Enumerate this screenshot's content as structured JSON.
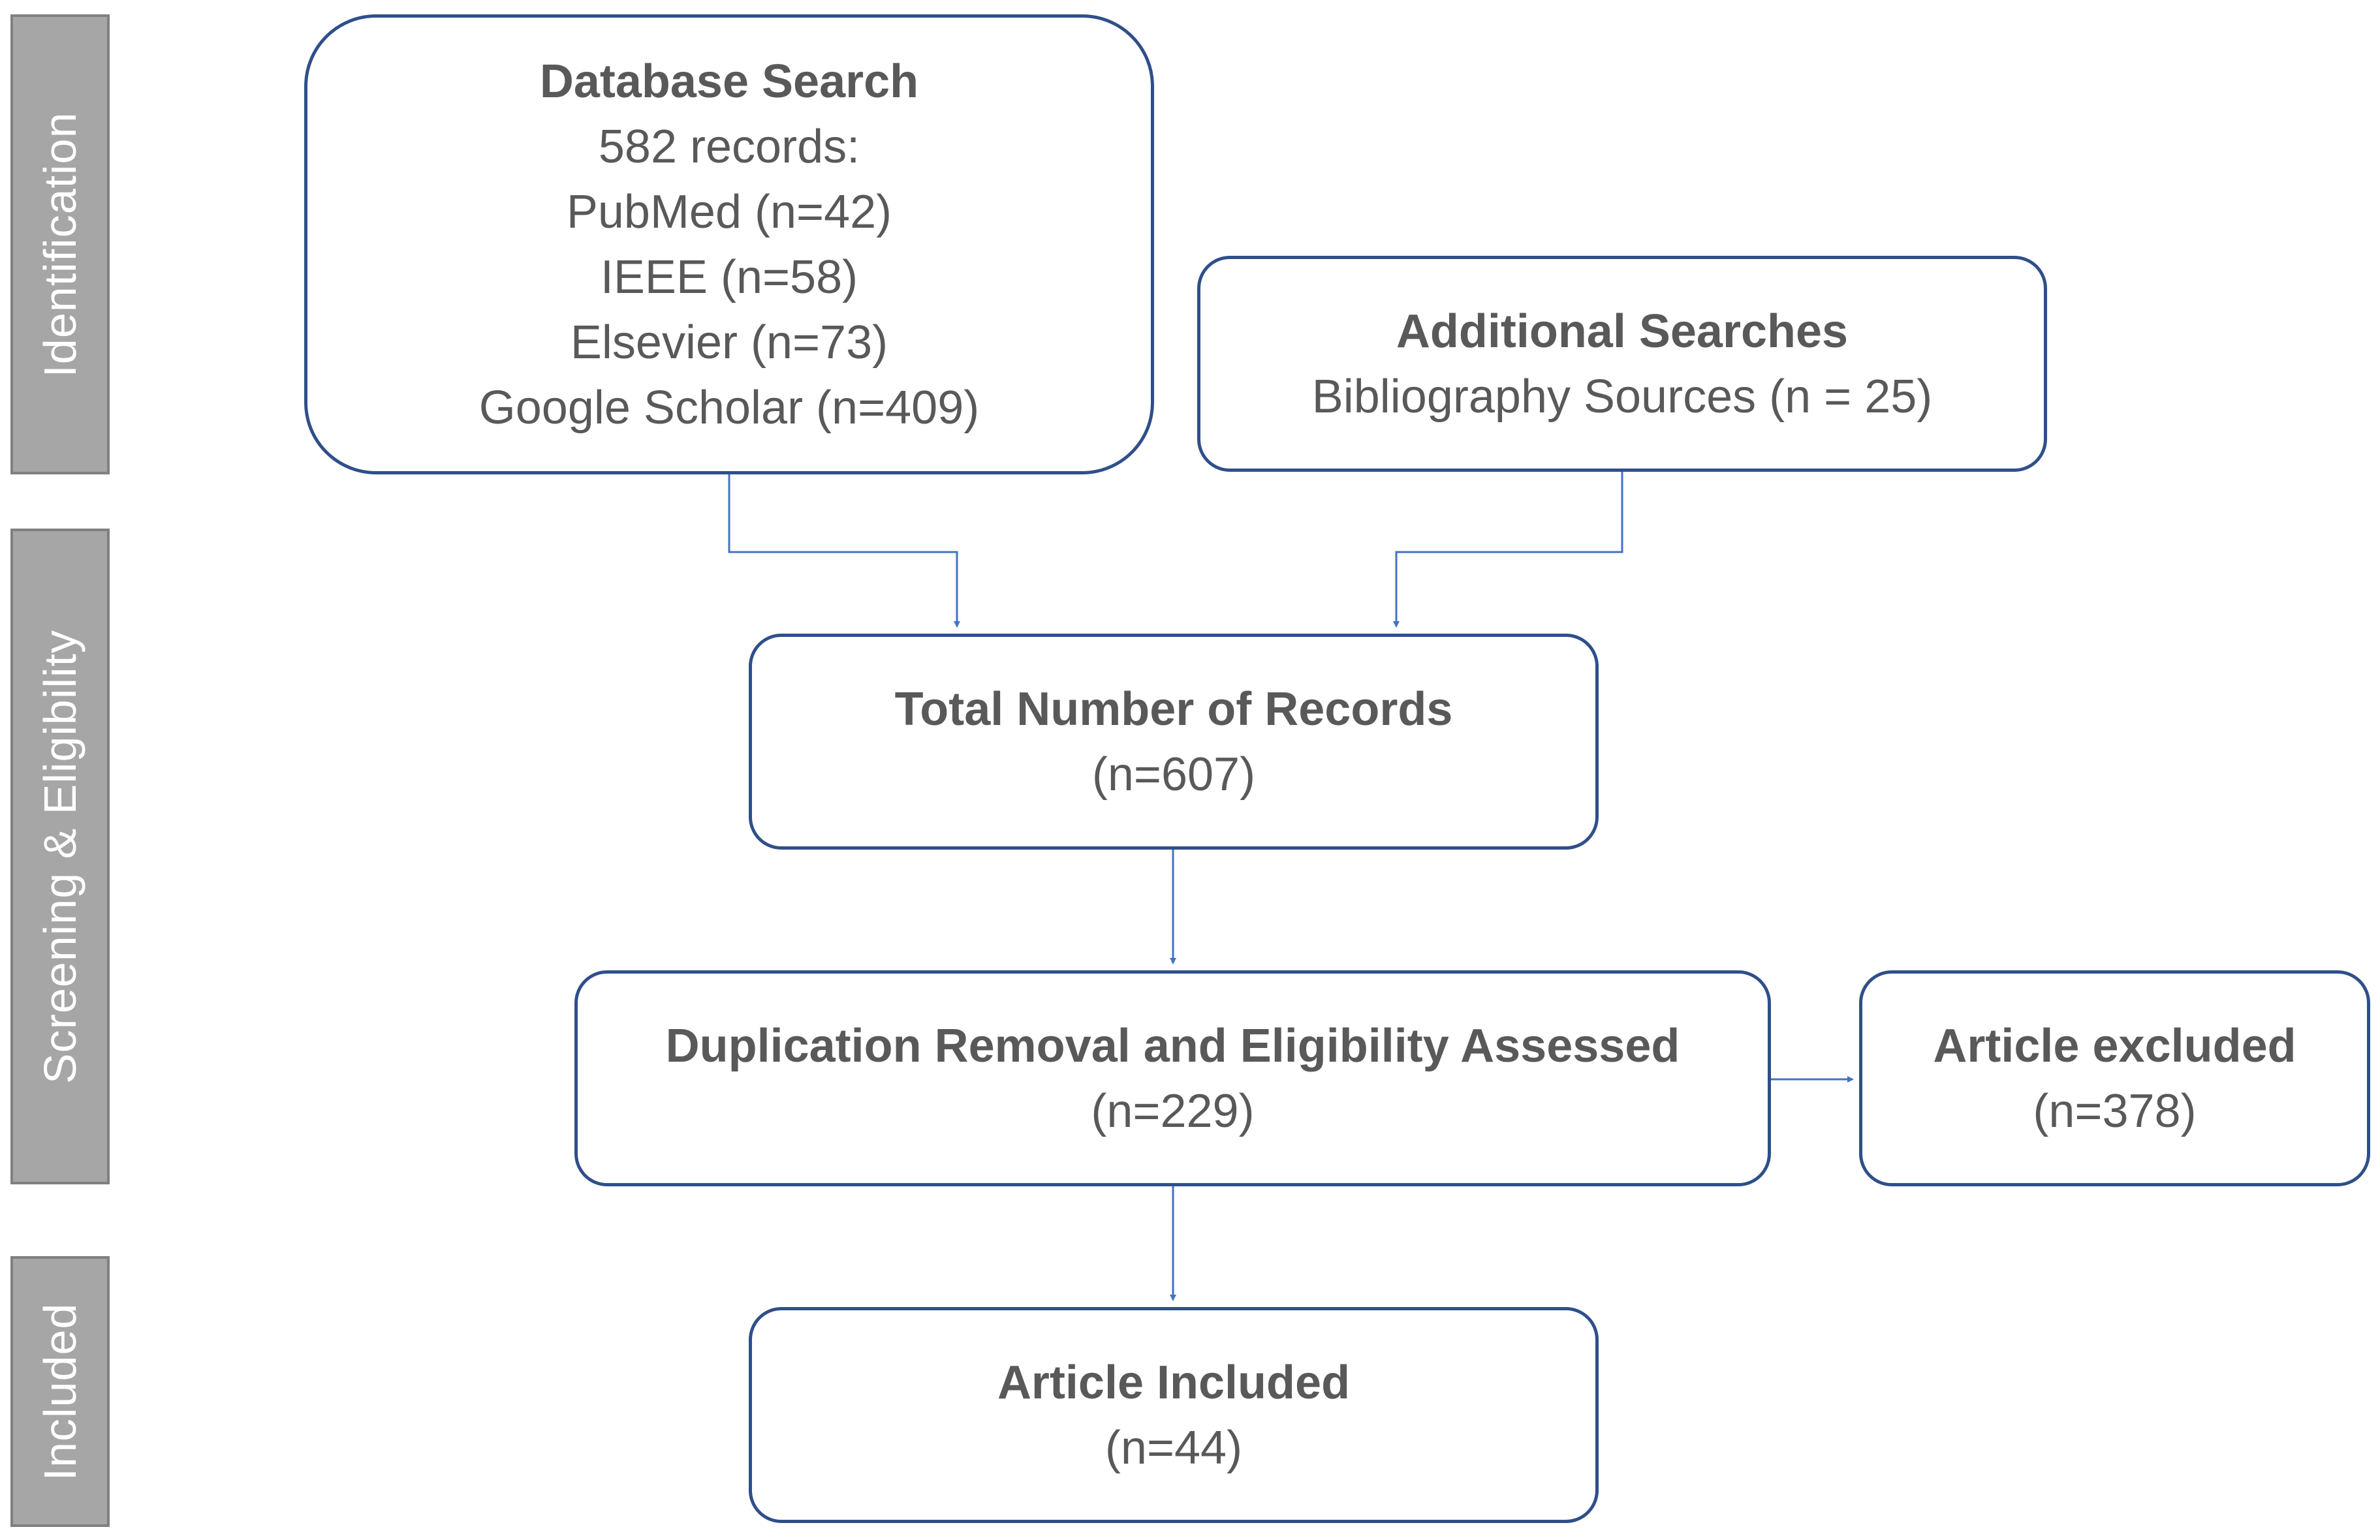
{
  "phases": {
    "identification": "Identification",
    "screening": "Screening  & Eligibility",
    "included": "Included"
  },
  "boxes": {
    "database_search": {
      "title": "Database Search",
      "lines": [
        "582 records:",
        "PubMed (n=42)",
        "IEEE (n=58)",
        "Elsevier (n=73)",
        "Google Scholar (n=409)"
      ]
    },
    "additional_searches": {
      "title": "Additional Searches",
      "line": "Bibliography Sources (n = 25)"
    },
    "total_records": {
      "title": "Total Number of Records",
      "line": "(n=607)"
    },
    "duplication_removal": {
      "title": "Duplication Removal and Eligibility Assessed",
      "line": "(n=229)"
    },
    "article_excluded": {
      "title": "Article excluded",
      "line": "(n=378)"
    },
    "article_included": {
      "title": "Article Included",
      "line": "(n=44)"
    }
  },
  "colors": {
    "box_border": "#2f4f8a",
    "connector": "#4472c4",
    "phase_fill": "#a6a6a6",
    "text": "#595959"
  }
}
